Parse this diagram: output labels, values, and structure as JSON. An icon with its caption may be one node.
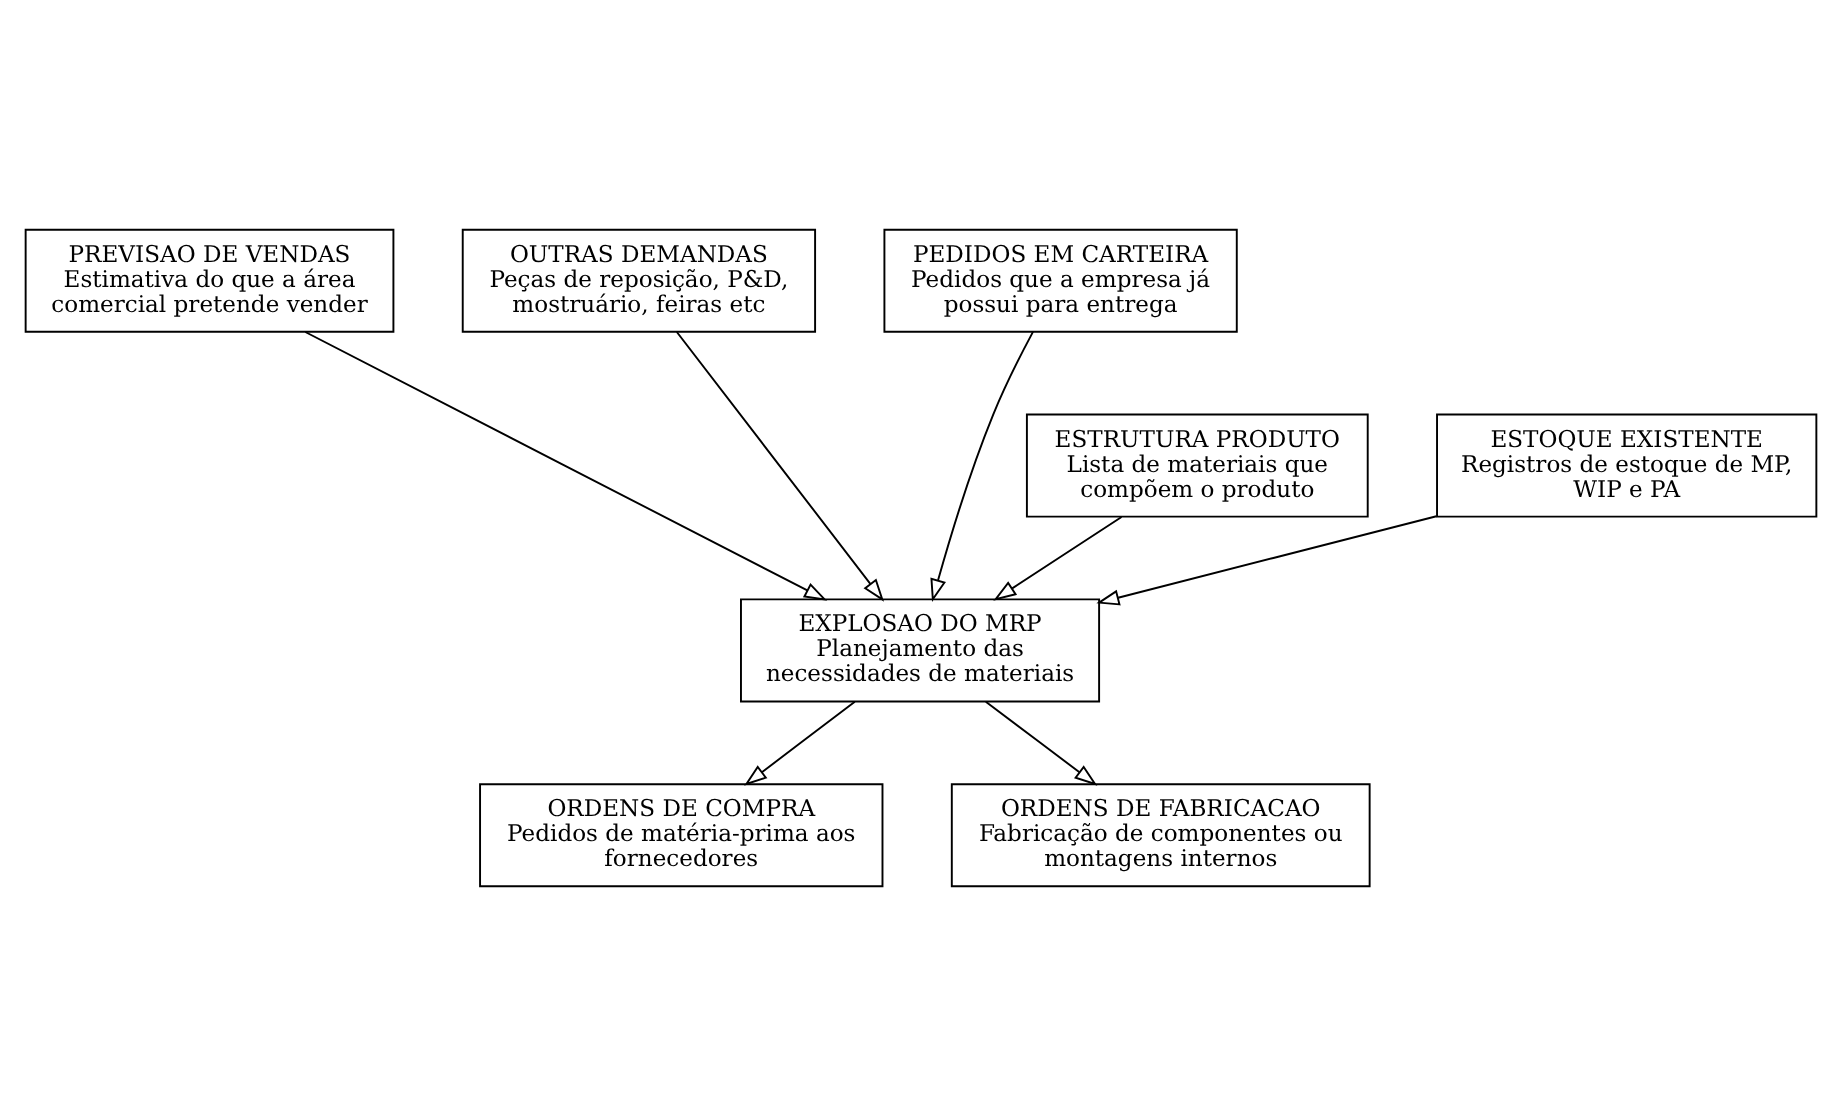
{
  "diagram": {
    "nodes": [
      {
        "text": [
          "OUTRAS DEMANDAS",
          "Peças de reposição, P&D, mostruário, feiras etc"
        ]
      },
      {
        "text": [
          "PREVISAO DE VENDAS",
          "Estimativa do que a área comercial pretende vender"
        ]
      },
      {
        "text": [
          "PEDIDOS EM CARTEIRA",
          "Pedidos que a empresa já possui para entrega"
        ]
      },
      {
        "text": [
          "ESTRUTURA PRODUTO",
          "Lista de materiais que compõem o produto"
        ]
      },
      {
        "text": [
          "ESTOQUE EXISTENTE",
          "Registros de estoque de MP, WIP e PA"
        ]
      },
      {
        "text": [
          "EXPLOSAO DO MRP",
          "Planejamento das necessidades de materiais"
        ]
      },
      {
        "text": [
          "ORDENS DE COMPRA",
          "Pedidos de matéria-prima aos fornecedores"
        ]
      },
      {
        "text": [
          "ORDENS DE FABRICACAO",
          "Fabricação de componentes ou montagens internos"
        ]
      }
    ],
    "edges": [
      {
        "from": 1,
        "to": 5,
        "arrow": "to"
      },
      {
        "from": 0,
        "to": 5,
        "arrow": "to"
      },
      {
        "from": 2,
        "to": 5,
        "arrow": "to"
      },
      {
        "from": 3,
        "to": 5,
        "arrow": "to"
      },
      {
        "from": 4,
        "to": 5,
        "arrow": "to"
      },
      {
        "from": 5,
        "to": 6,
        "arrow": "to"
      },
      {
        "from": 5,
        "to": 7,
        "arrow": "to"
      }
    ]
  }
}
